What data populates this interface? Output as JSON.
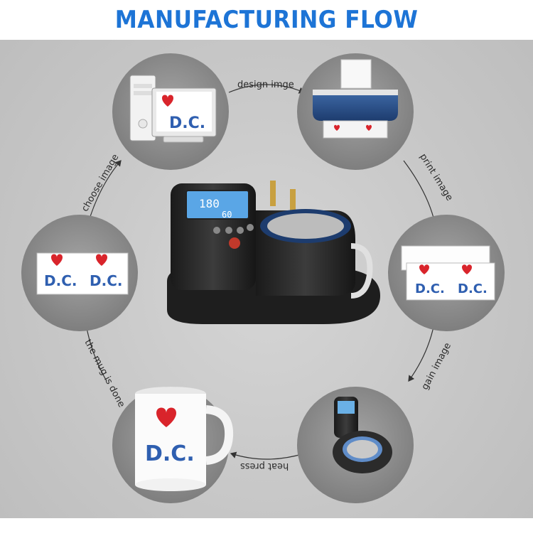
{
  "title": "MANUFACTURING FLOW",
  "steps": [
    {
      "label": "design imge"
    },
    {
      "label": "print image"
    },
    {
      "label": "gain image"
    },
    {
      "label": "heat press"
    },
    {
      "label": "the mug is done"
    },
    {
      "label": "choose image"
    }
  ],
  "machine": {
    "display_temp": "180",
    "display_time": "60"
  },
  "print_text": "D.C.",
  "colors": {
    "title": "#1d74d6",
    "circle": "#8a8a8a",
    "arrow": "#333333",
    "heart": "#d9242b",
    "letters": "#2f5fb0"
  }
}
